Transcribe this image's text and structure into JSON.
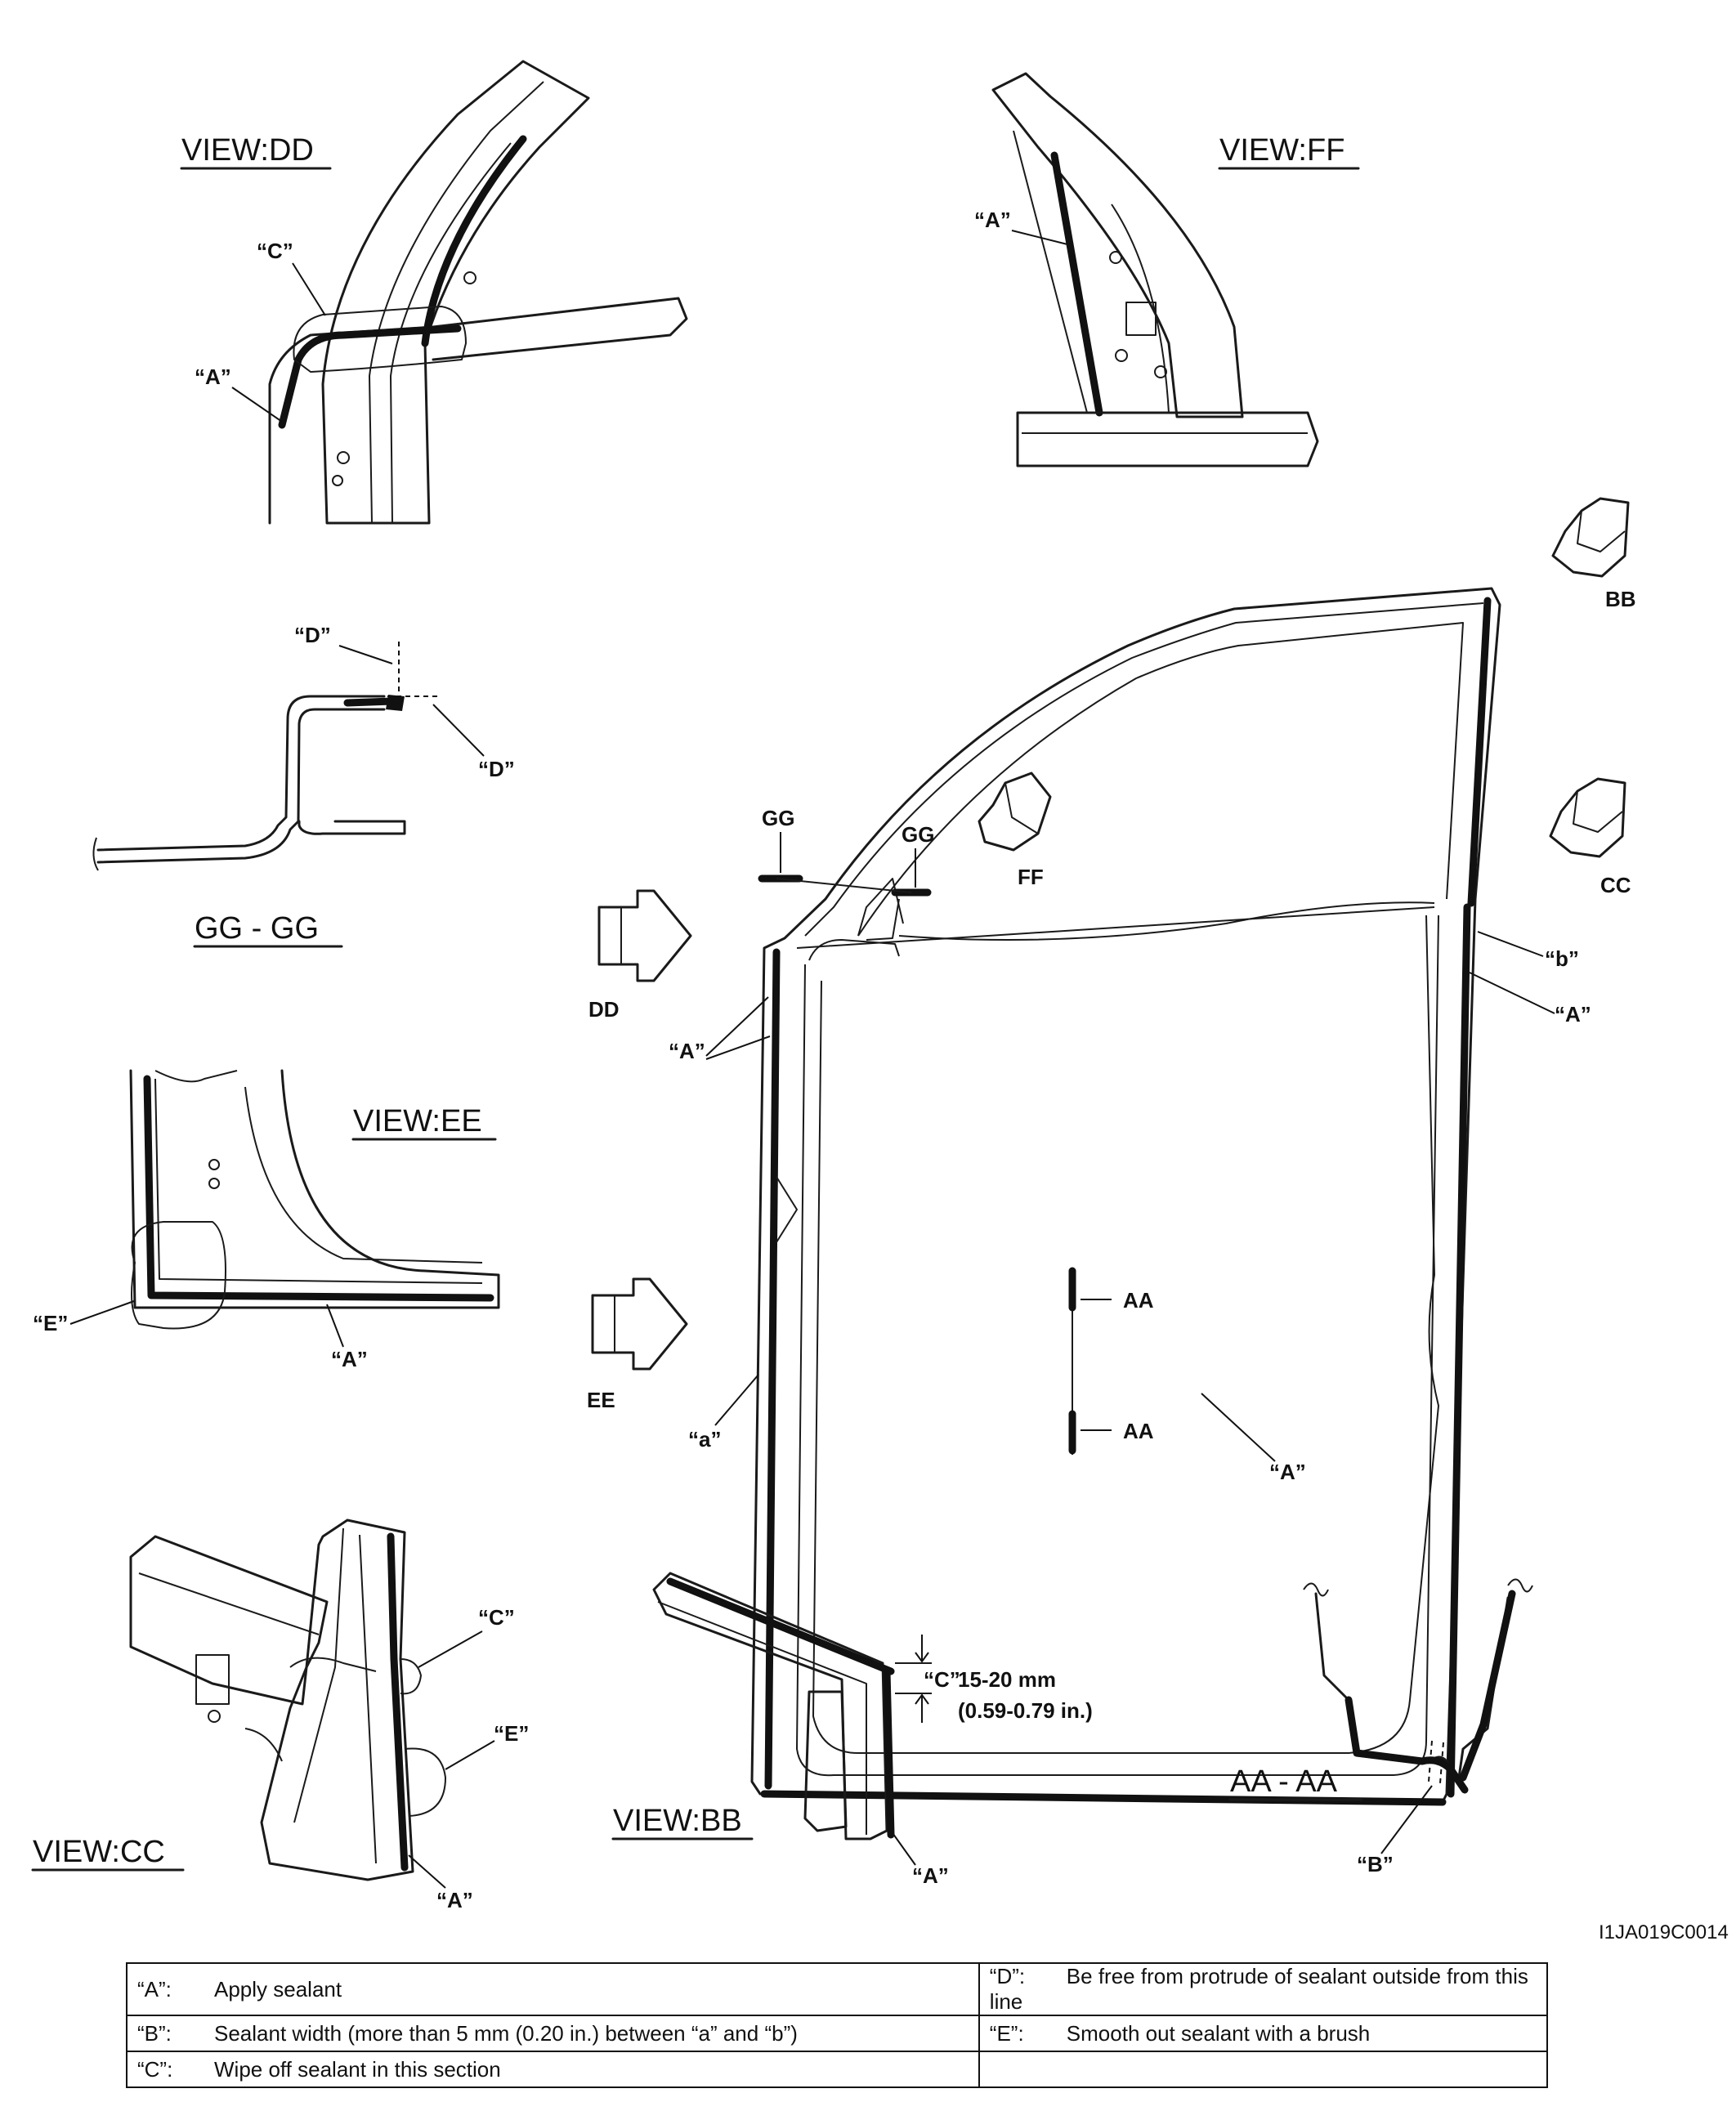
{
  "views": {
    "dd": "VIEW:DD",
    "ff": "VIEW:FF",
    "ee": "VIEW:EE",
    "cc": "VIEW:CC",
    "bb": "VIEW:BB",
    "gg_section": "GG - GG",
    "aa_section": "AA - AA"
  },
  "markers": {
    "a_upper": "“A”",
    "c_upper": "“C”",
    "d_upper": "“D”",
    "e_upper": "“E”",
    "b_upper": "“B”",
    "a_lower": "“a”",
    "b_lower": "“b”"
  },
  "section_refs": {
    "gg": "GG",
    "aa": "AA",
    "bb": "BB",
    "cc": "CC",
    "dd": "DD",
    "ee": "EE",
    "ff": "FF"
  },
  "dimension": {
    "mm": "15-20 mm",
    "inch": "(0.59-0.79 in.)"
  },
  "figure_code": "I1JA019C0014",
  "legend": [
    {
      "key": "“A”:",
      "text": "Apply sealant"
    },
    {
      "key": "“D”:",
      "text": "Be free from protrude of sealant outside from this line"
    },
    {
      "key": "“B”:",
      "text": "Sealant width (more than 5 mm (0.20 in.) between “a” and “b”)"
    },
    {
      "key": "“E”:",
      "text": "Smooth out sealant with a brush"
    },
    {
      "key": "“C”:",
      "text": "Wipe off sealant in this section"
    }
  ]
}
